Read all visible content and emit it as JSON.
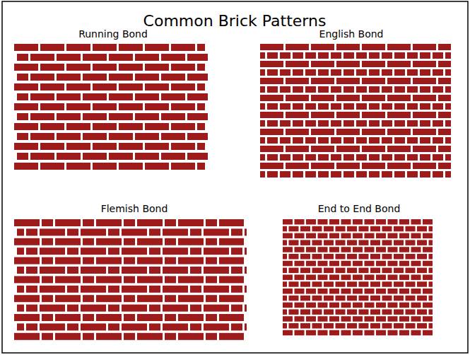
{
  "diagram": {
    "title": "Common Brick Patterns",
    "labels": [
      "Running Bond",
      "English Bond",
      "Flemish Bond",
      "End to End Bond"
    ]
  }
}
